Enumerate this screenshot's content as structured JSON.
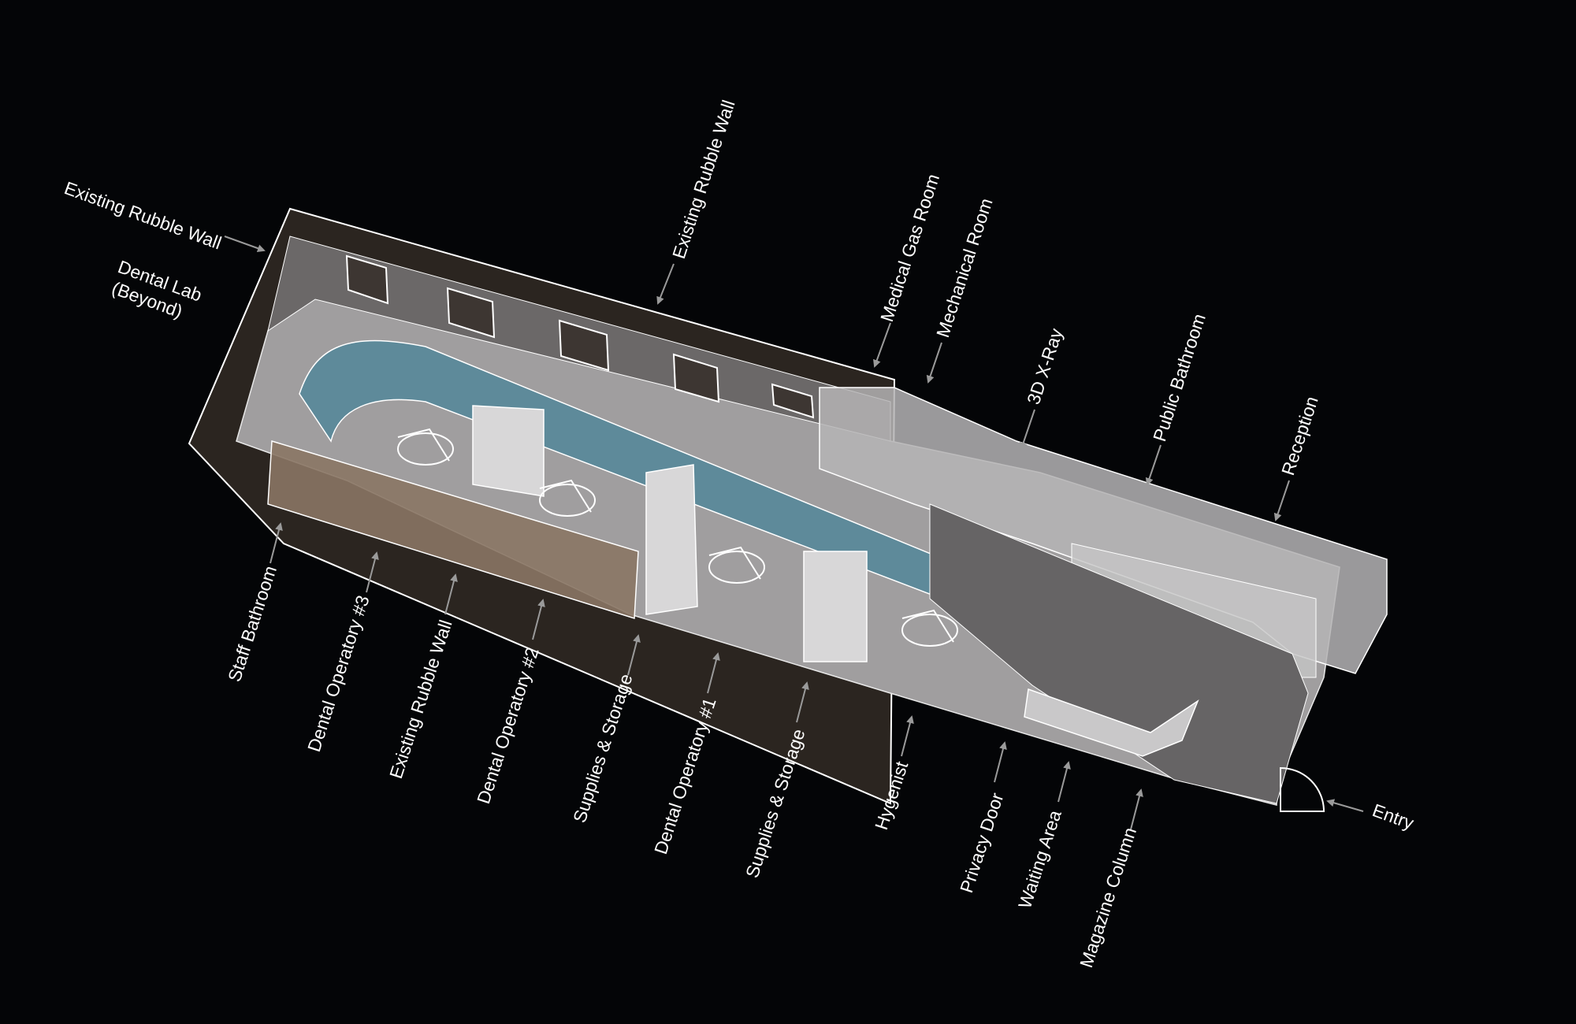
{
  "labels": {
    "existing_rubble_wall_left": "Existing Rubble Wall",
    "dental_lab_line1": "Dental Lab",
    "dental_lab_line2": "(Beyond)",
    "existing_rubble_wall_top": "Existing Rubble Wall",
    "medical_gas_room": "Medical Gas Room",
    "mechanical_room": "Mechanical Room",
    "xray_3d": "3D X-Ray",
    "public_bathroom": "Public Bathroom",
    "reception": "Reception",
    "staff_bathroom": "Staff Bathroom",
    "dental_operatory_3": "Dental Operatory #3",
    "existing_rubble_wall_bottom": "Existing Rubble Wall",
    "dental_operatory_2": "Dental Operatory #2",
    "supplies_storage_1": "Supplies & Storage",
    "dental_operatory_1": "Dental Operatory #1",
    "supplies_storage_2": "Supplies & Storage",
    "hygenist": "Hygenist",
    "privacy_door": "Privacy Door",
    "waiting_area": "Waiting Area",
    "magazine_column": "Magazine Column",
    "entry": "Entry"
  },
  "colors": {
    "background": "#040507",
    "wall": "#2b2520",
    "floor": "#a09e9f",
    "accent_blue": "#5e8a9a",
    "brown_wall": "#7a6a5e",
    "line": "#ffffff"
  }
}
